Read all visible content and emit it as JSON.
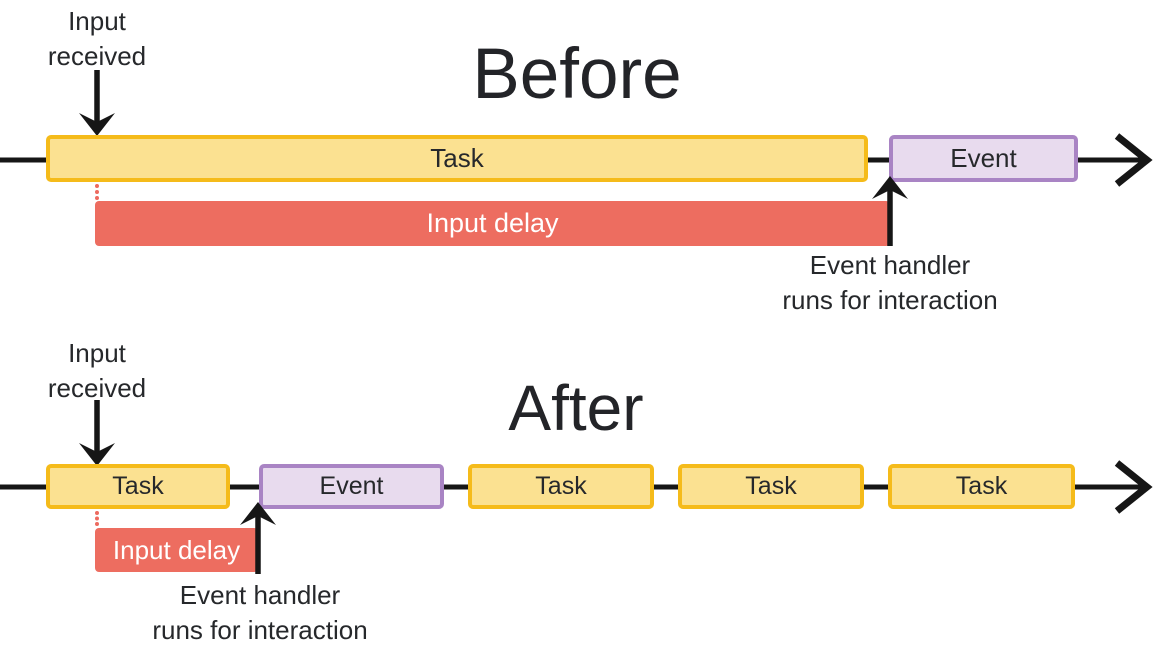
{
  "diagram": "input-delay-before-after-timeline",
  "colors": {
    "task_fill": "#FBE191",
    "task_border": "#F5BB1A",
    "event_fill": "#E8DBEE",
    "event_border": "#A984C4",
    "input_delay_fill": "#ED6D60",
    "arrow_black": "#161616",
    "text": "#26282b",
    "delay_text": "#ffffff"
  },
  "before": {
    "title": "Before",
    "input_received": "Input\nreceived",
    "task_label": "Task",
    "event_label": "Event",
    "input_delay_label": "Input delay",
    "event_handler_label": "Event handler\nruns for interaction"
  },
  "after": {
    "title": "After",
    "input_received": "Input\nreceived",
    "task_labels": [
      "Task",
      "Task",
      "Task",
      "Task"
    ],
    "event_label": "Event",
    "input_delay_label": "Input delay",
    "event_handler_label": "Event handler\nruns for interaction"
  }
}
